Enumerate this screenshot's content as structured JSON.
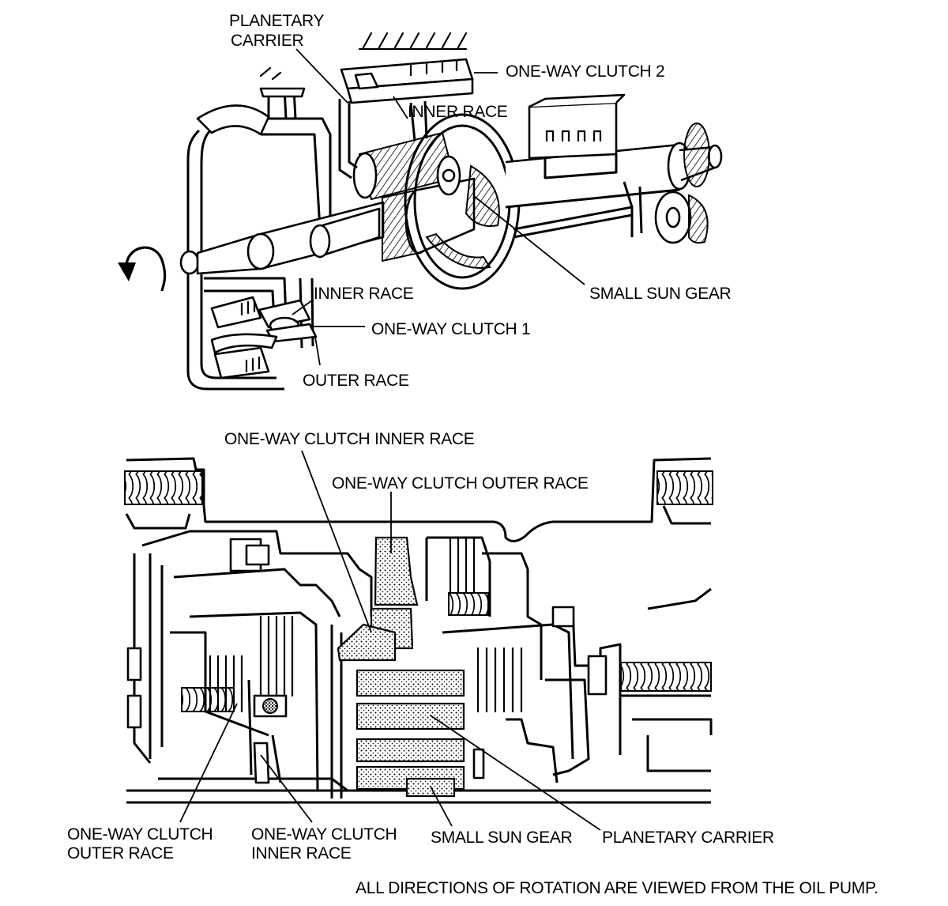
{
  "top_view": {
    "labels": {
      "planetary_carrier_line1": "PLANETARY",
      "planetary_carrier_line2": "CARRIER",
      "one_way_clutch_2": "ONE-WAY CLUTCH 2",
      "inner_race_top": "INNER RACE",
      "small_sun_gear": "SMALL SUN GEAR",
      "inner_race_lower": "INNER RACE",
      "one_way_clutch_1": "ONE-WAY CLUTCH 1",
      "outer_race": "OUTER RACE"
    }
  },
  "section_view": {
    "labels": {
      "owc_inner_race_top": "ONE-WAY CLUTCH INNER RACE",
      "owc_outer_race_top": "ONE-WAY CLUTCH OUTER RACE",
      "owc_outer_race_bottom_line1": "ONE-WAY CLUTCH",
      "owc_outer_race_bottom_line2": "OUTER RACE",
      "owc_inner_race_bottom_line1": "ONE-WAY CLUTCH",
      "owc_inner_race_bottom_line2": "INNER RACE",
      "small_sun_gear": "SMALL SUN GEAR",
      "planetary_carrier": "PLANETARY CARRIER"
    }
  },
  "footnote": "ALL DIRECTIONS OF ROTATION ARE VIEWED FROM THE OIL PUMP."
}
